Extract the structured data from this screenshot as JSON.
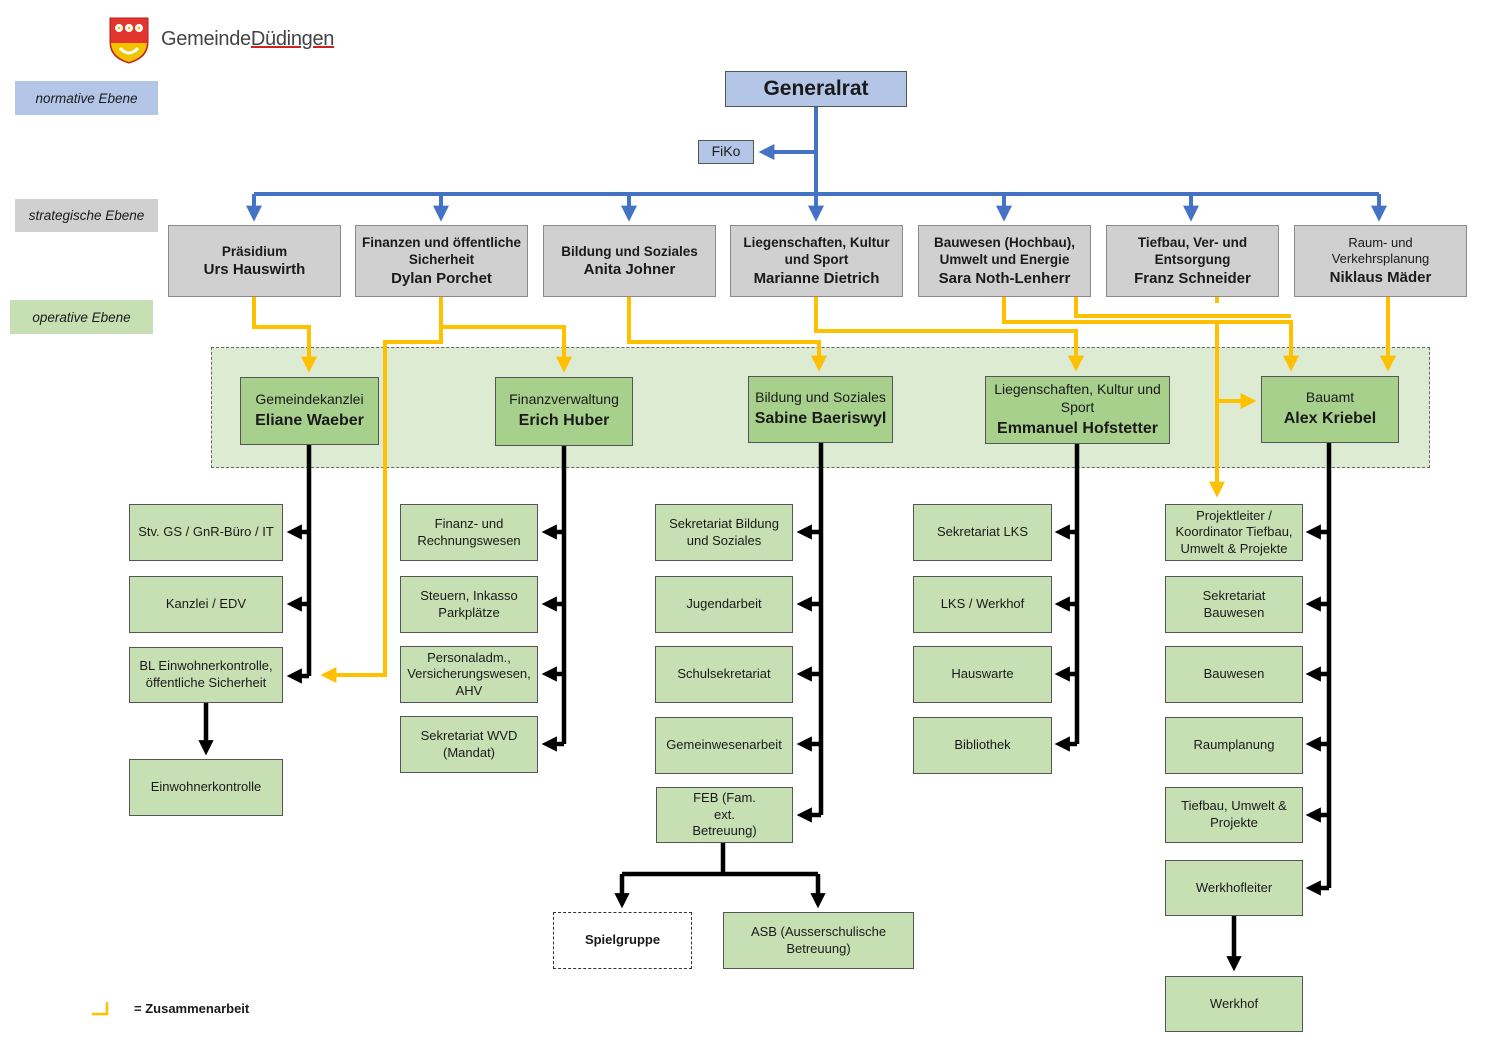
{
  "logo": {
    "prefix": "Gemeinde",
    "name": "Düdingen"
  },
  "levels": {
    "normative": "normative Ebene",
    "strategic": "strategische Ebene",
    "operative": "operative Ebene"
  },
  "colors": {
    "blue_line": "#4472c4",
    "yellow_line": "#ffc000",
    "black_line": "#000000",
    "grey_box": "#d0d0d0",
    "green_box": "#a8d08d",
    "light_green_box": "#c6e0b4",
    "blue_box": "#b4c6e7"
  },
  "top": {
    "generalrat": "Generalrat",
    "fiko": "FiKo"
  },
  "strategic": [
    {
      "title": "Präsidium",
      "name": "Urs Hauswirth"
    },
    {
      "title": "Finanzen und öffentliche Sicherheit",
      "name": "Dylan Porchet"
    },
    {
      "title": "Bildung und Soziales",
      "name": "Anita Johner"
    },
    {
      "title": "Liegenschaften, Kultur und Sport",
      "name": "Marianne Dietrich"
    },
    {
      "title": "Bauwesen (Hochbau), Umwelt und Energie",
      "name": "Sara Noth-Lenherr"
    },
    {
      "title": "Tiefbau, Ver- und Entsorgung",
      "name": "Franz Schneider"
    },
    {
      "title": "Raum- und Verkehrsplanung",
      "name": "Niklaus Mäder"
    }
  ],
  "operative": [
    {
      "title": "Gemeindekanzlei",
      "name": "Eliane Waeber"
    },
    {
      "title": "Finanzverwaltung",
      "name": "Erich Huber"
    },
    {
      "title": "Bildung und Soziales",
      "name": "Sabine Baeriswyl"
    },
    {
      "title": "Liegenschaften, Kultur und Sport",
      "name": "Emmanuel Hofstetter"
    },
    {
      "title": "Bauamt",
      "name": "Alex Kriebel"
    }
  ],
  "units": {
    "kanzlei": [
      "Stv. GS / GnR-Büro / IT",
      "Kanzlei / EDV",
      "BL Einwohnerkontrolle, öffentliche Sicherheit"
    ],
    "kanzlei_sub": "Einwohnerkontrolle",
    "finanz": [
      "Finanz- und Rechnungswesen",
      "Steuern, Inkasso Parkplätze",
      "Personaladm., Versicherungswesen, AHV",
      "Sekretariat WVD (Mandat)"
    ],
    "bildung": [
      "Sekretariat Bildung und Soziales",
      "Jugendarbeit",
      "Schulsekretariat",
      "Gemeinwesenarbeit",
      "FEB (Fam. ext. Betreuung)"
    ],
    "bildung_sub": [
      "Spielgruppe",
      "ASB (Ausserschulische Betreuung)"
    ],
    "lks": [
      "Sekretariat LKS",
      "LKS / Werkhof",
      "Hauswarte",
      "Bibliothek"
    ],
    "bauamt": [
      "Projektleiter / Koordinator Tiefbau, Umwelt & Projekte",
      "Sekretariat Bauwesen",
      "Bauwesen",
      "Raumplanung",
      "Tiefbau, Umwelt & Projekte",
      "Werkhofleiter"
    ],
    "bauamt_sub": "Werkhof"
  },
  "legend": {
    "text": "= Zusammenarbeit"
  }
}
